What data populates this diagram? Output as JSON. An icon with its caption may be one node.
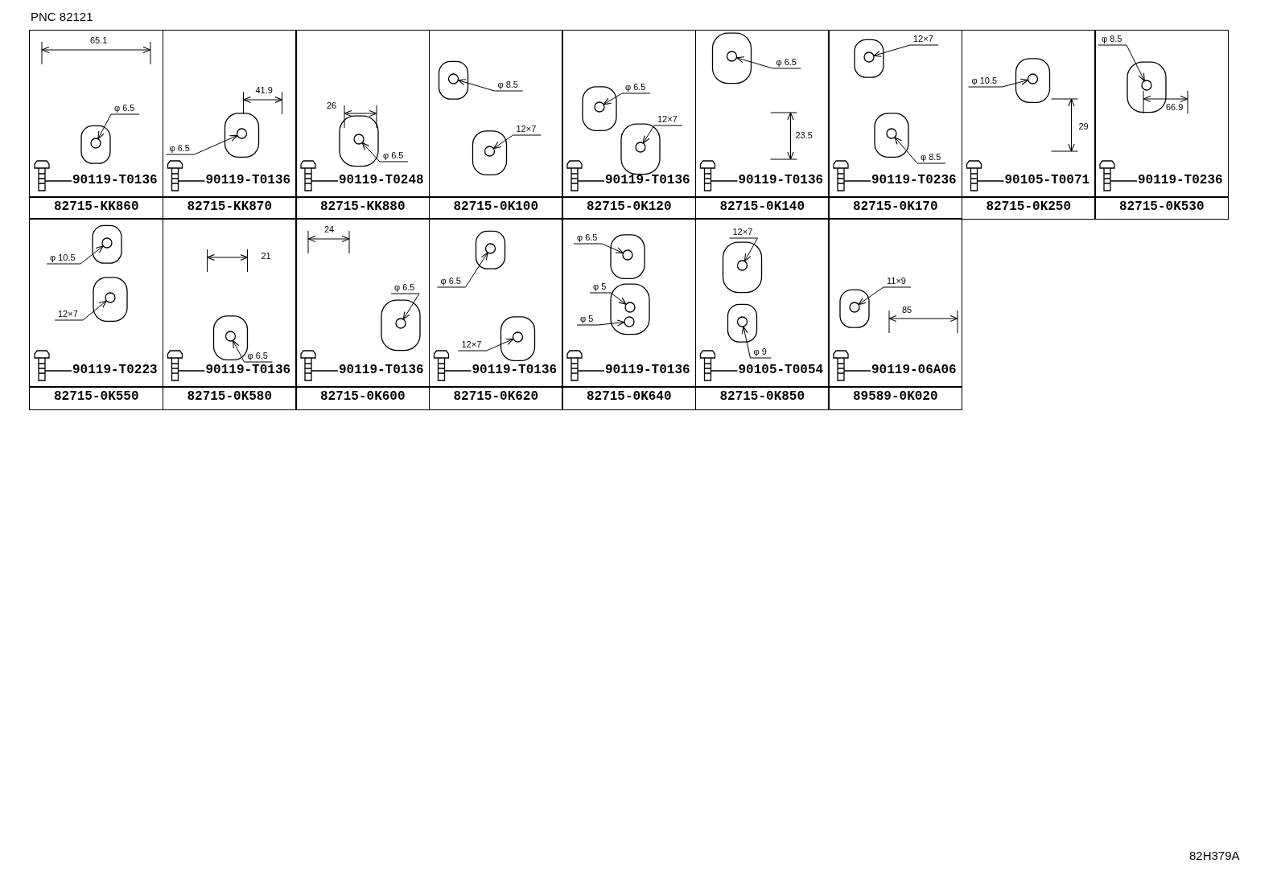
{
  "diagram": {
    "title": "PNC 82121",
    "caption": "82H379A",
    "nodes": [
      {
        "text": [
          "φ 6.5"
        ]
      },
      {
        "text": [],
        "shape": "circle"
      },
      {
        "text": [
          "φ 6.5"
        ]
      },
      {
        "text": [],
        "shape": "circle"
      },
      {
        "text": [
          "φ 6.5"
        ]
      },
      {
        "text": [],
        "shape": "circle"
      },
      {
        "text": [
          "φ 8.5"
        ]
      },
      {
        "text": [],
        "shape": "circle"
      },
      {
        "text": [
          "12×7"
        ]
      },
      {
        "text": [],
        "shape": "circle"
      },
      {
        "text": [
          "φ 6.5"
        ]
      },
      {
        "text": [],
        "shape": "circle"
      },
      {
        "text": [
          "12×7"
        ]
      },
      {
        "text": [],
        "shape": "circle"
      },
      {
        "text": [
          "φ 6.5"
        ]
      },
      {
        "text": [],
        "shape": "circle"
      },
      {
        "text": [
          "12×7"
        ]
      },
      {
        "text": [],
        "shape": "circle"
      },
      {
        "text": [
          "φ 8.5"
        ]
      },
      {
        "text": [],
        "shape": "circle"
      },
      {
        "text": [
          "φ 10.5"
        ]
      },
      {
        "text": [],
        "shape": "circle"
      },
      {
        "text": [
          "φ 8.5"
        ]
      },
      {
        "text": [],
        "shape": "circle"
      },
      {
        "text": [
          "φ 10.5"
        ]
      },
      {
        "text": [],
        "shape": "circle"
      },
      {
        "text": [
          "12×7"
        ]
      },
      {
        "text": [],
        "shape": "circle"
      },
      {
        "text": [
          "φ 6.5"
        ]
      },
      {
        "text": [],
        "shape": "circle"
      },
      {
        "text": [
          "φ 6.5"
        ]
      },
      {
        "text": [],
        "shape": "circle"
      },
      {
        "text": [
          "φ 6.5"
        ]
      },
      {
        "text": [],
        "shape": "circle"
      },
      {
        "text": [
          "12×7"
        ]
      },
      {
        "text": [],
        "shape": "circle"
      },
      {
        "text": [
          "φ 6.5"
        ]
      },
      {
        "text": [],
        "shape": "circle"
      },
      {
        "text": [
          "φ 5"
        ]
      },
      {
        "text": [],
        "shape": "circle"
      },
      {
        "text": [
          "φ 5"
        ]
      },
      {
        "text": [],
        "shape": "circle"
      },
      {
        "text": [
          "12×7"
        ]
      },
      {
        "text": [],
        "shape": "circle"
      },
      {
        "text": [
          "φ 9"
        ]
      },
      {
        "text": [],
        "shape": "circle"
      },
      {
        "text": [
          "11×9"
        ]
      },
      {
        "text": [],
        "shape": "circle"
      }
    ],
    "edges": [
      {
        "from": 0,
        "to": 1,
        "arrow": "to"
      },
      {
        "from": 2,
        "to": 3,
        "arrow": "to"
      },
      {
        "from": 4,
        "to": 5,
        "arrow": "to"
      },
      {
        "from": 6,
        "to": 7,
        "arrow": "to"
      },
      {
        "from": 8,
        "to": 9,
        "arrow": "to"
      },
      {
        "from": 10,
        "to": 11,
        "arrow": "to"
      },
      {
        "from": 12,
        "to": 13,
        "arrow": "to"
      },
      {
        "from": 14,
        "to": 15,
        "arrow": "to"
      },
      {
        "from": 16,
        "to": 17,
        "arrow": "to"
      },
      {
        "from": 18,
        "to": 19,
        "arrow": "to"
      },
      {
        "from": 20,
        "to": 21,
        "arrow": "to"
      },
      {
        "from": 22,
        "to": 23,
        "arrow": "to"
      },
      {
        "from": 24,
        "to": 25,
        "arrow": "to"
      },
      {
        "from": 26,
        "to": 27,
        "arrow": "to"
      },
      {
        "from": 28,
        "to": 29,
        "arrow": "to"
      },
      {
        "from": 30,
        "to": 31,
        "arrow": "to"
      },
      {
        "from": 32,
        "to": 33,
        "arrow": "to"
      },
      {
        "from": 34,
        "to": 35,
        "arrow": "to"
      },
      {
        "from": 36,
        "to": 37,
        "arrow": "to"
      },
      {
        "from": 38,
        "to": 39,
        "arrow": "to"
      },
      {
        "from": 40,
        "to": 41,
        "arrow": "to"
      },
      {
        "from": 42,
        "to": 43,
        "arrow": "to"
      },
      {
        "from": 44,
        "to": 45,
        "arrow": "to"
      },
      {
        "from": 46,
        "to": 47,
        "arrow": "to"
      }
    ],
    "labels": [
      "65.1",
      "90119-T0136",
      "41.9",
      "90119-T0136",
      "26",
      "90119-T0248",
      "90119-T0136",
      "23.5",
      "90119-T0136",
      "90119-T0236",
      "29",
      "90105-T0071",
      "66.9",
      "90119-T0236",
      "82715-KK860",
      "82715-KK870",
      "82715-KK880",
      "82715-0K100",
      "82715-0K120",
      "82715-0K140",
      "82715-0K170",
      "82715-0K250",
      "82715-0K530",
      "90119-T0223",
      "21",
      "90119-T0136",
      "24",
      "90119-T0136",
      "90119-T0136",
      "90119-T0136",
      "90105-T0054",
      "85",
      "90119-06A06",
      "82715-0K550",
      "82715-0K580",
      "82715-0K600",
      "82715-0K620",
      "82715-0K640",
      "82715-0K850",
      "89589-0K020"
    ]
  }
}
